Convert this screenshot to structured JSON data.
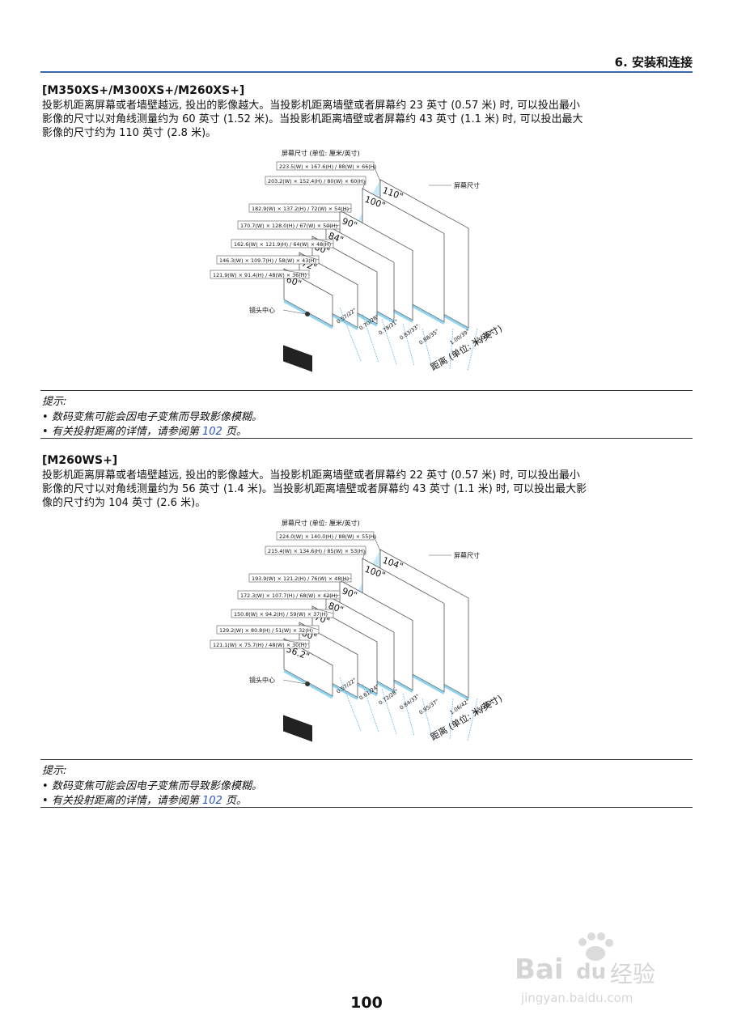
{
  "header": {
    "chapter": "6. 安装和连接"
  },
  "sections": [
    {
      "title": "[M350XS+/M300XS+/M260XS+]",
      "lines": [
        "投影机距离屏幕或者墙壁越远, 投出的影像越大。当投影机距离墙壁或者屏幕约 23 英寸 (0.57 米) 时, 可以投出最小",
        "影像的尺寸以对角线测量约为 60 英寸 (1.52 米)。当投影机距离墙壁或者屏幕约 43 英寸 (1.1 米) 时, 可以投出最大",
        "影像的尺寸约为 110 英寸 (2.8 米)。"
      ],
      "diagram": {
        "screen_size_header": "屏幕尺寸 (单位: 厘米/英寸)",
        "screen_size_label": "屏幕尺寸",
        "lens_center_label": "镜头中心",
        "distance_label": "距离 (单位: 米/英寸)",
        "dimensions": [
          "223.5(W) × 167.6(H) / 88(W) × 66(H)",
          "203.2(W) × 152.4(H) / 80(W) × 60(H)",
          "182.9(W) × 137.2(H) / 72(W) × 54(H)",
          "170.7(W) × 128.0(H) / 67(W) × 50(H)",
          "162.6(W) × 121.9(H) / 64(W) × 48(H)",
          "146.3(W) × 109.7(H) / 58(W) × 43(H)",
          "121.9(W) × 91.4(H) / 48(W) × 36(H)"
        ],
        "sizes": [
          "110\"",
          "100\"",
          "90\"",
          "84\"",
          "80\"",
          "72\"",
          "60\""
        ],
        "distances": [
          "0.57/22\"",
          "0.70/28\"",
          "0.78/31\"",
          "0.83/33\"",
          "0.88/35\"",
          "1.00/39\"",
          "1.10/43\""
        ]
      },
      "tips": {
        "title": "提示:",
        "item1": "数码变焦可能会因电子变焦而导致影像模糊。",
        "item2_before": "有关投射距离的详情，请参阅第 ",
        "item2_link": "102",
        "item2_after": " 页。"
      }
    },
    {
      "title": "[M260WS+]",
      "lines": [
        "投影机距离屏幕或者墙壁越远, 投出的影像越大。当投影机距离墙壁或者屏幕约 22 英寸 (0.57 米) 时, 可以投出最小",
        "影像的尺寸以对角线测量约为 56 英寸 (1.4 米)。当投影机距离墙壁或者屏幕约 43 英寸 (1.1 米) 时, 可以投出最大影",
        "像的尺寸约为 104 英寸 (2.6 米)。"
      ],
      "diagram": {
        "screen_size_header": "屏幕尺寸 (单位: 厘米/英寸)",
        "screen_size_label": "屏幕尺寸",
        "lens_center_label": "镜头中心",
        "distance_label": "距离 (单位: 米/英寸)",
        "dimensions": [
          "224.0(W) × 140.0(H) / 88(W) × 55(H)",
          "215.4(W) × 134.6(H) / 85(W) × 53(H)",
          "193.9(W) × 121.2(H) / 76(W) × 48(H)",
          "172.3(W) × 107.7(H) / 68(W) × 42(H)",
          "150.8(W) × 94.2(H) / 59(W) × 37(H)",
          "129.2(W) × 80.8(H) / 51(W) × 32(H)",
          "121.1(W) × 75.7(H) / 48(W) × 30(H)"
        ],
        "sizes": [
          "104\"",
          "100\"",
          "90\"",
          "80\"",
          "70\"",
          "60\"",
          "56.2\""
        ],
        "distances": [
          "0.57/22\"",
          "0.61/24\"",
          "0.72/28\"",
          "0.84/33\"",
          "0.95/37\"",
          "1.06/42\"",
          "1.10/43\""
        ]
      },
      "tips": {
        "title": "提示:",
        "item1": "数码变焦可能会因电子变焦而导致影像模糊。",
        "item2_before": "有关投射距离的详情，请参阅第 ",
        "item2_link": "102",
        "item2_after": " 页。"
      }
    }
  ],
  "footer": {
    "page_number": "100"
  },
  "watermark": {
    "brand_latin": "Bai",
    "brand_du": "du",
    "brand_cn": "经验",
    "url": "jingyan.baidu.com"
  }
}
